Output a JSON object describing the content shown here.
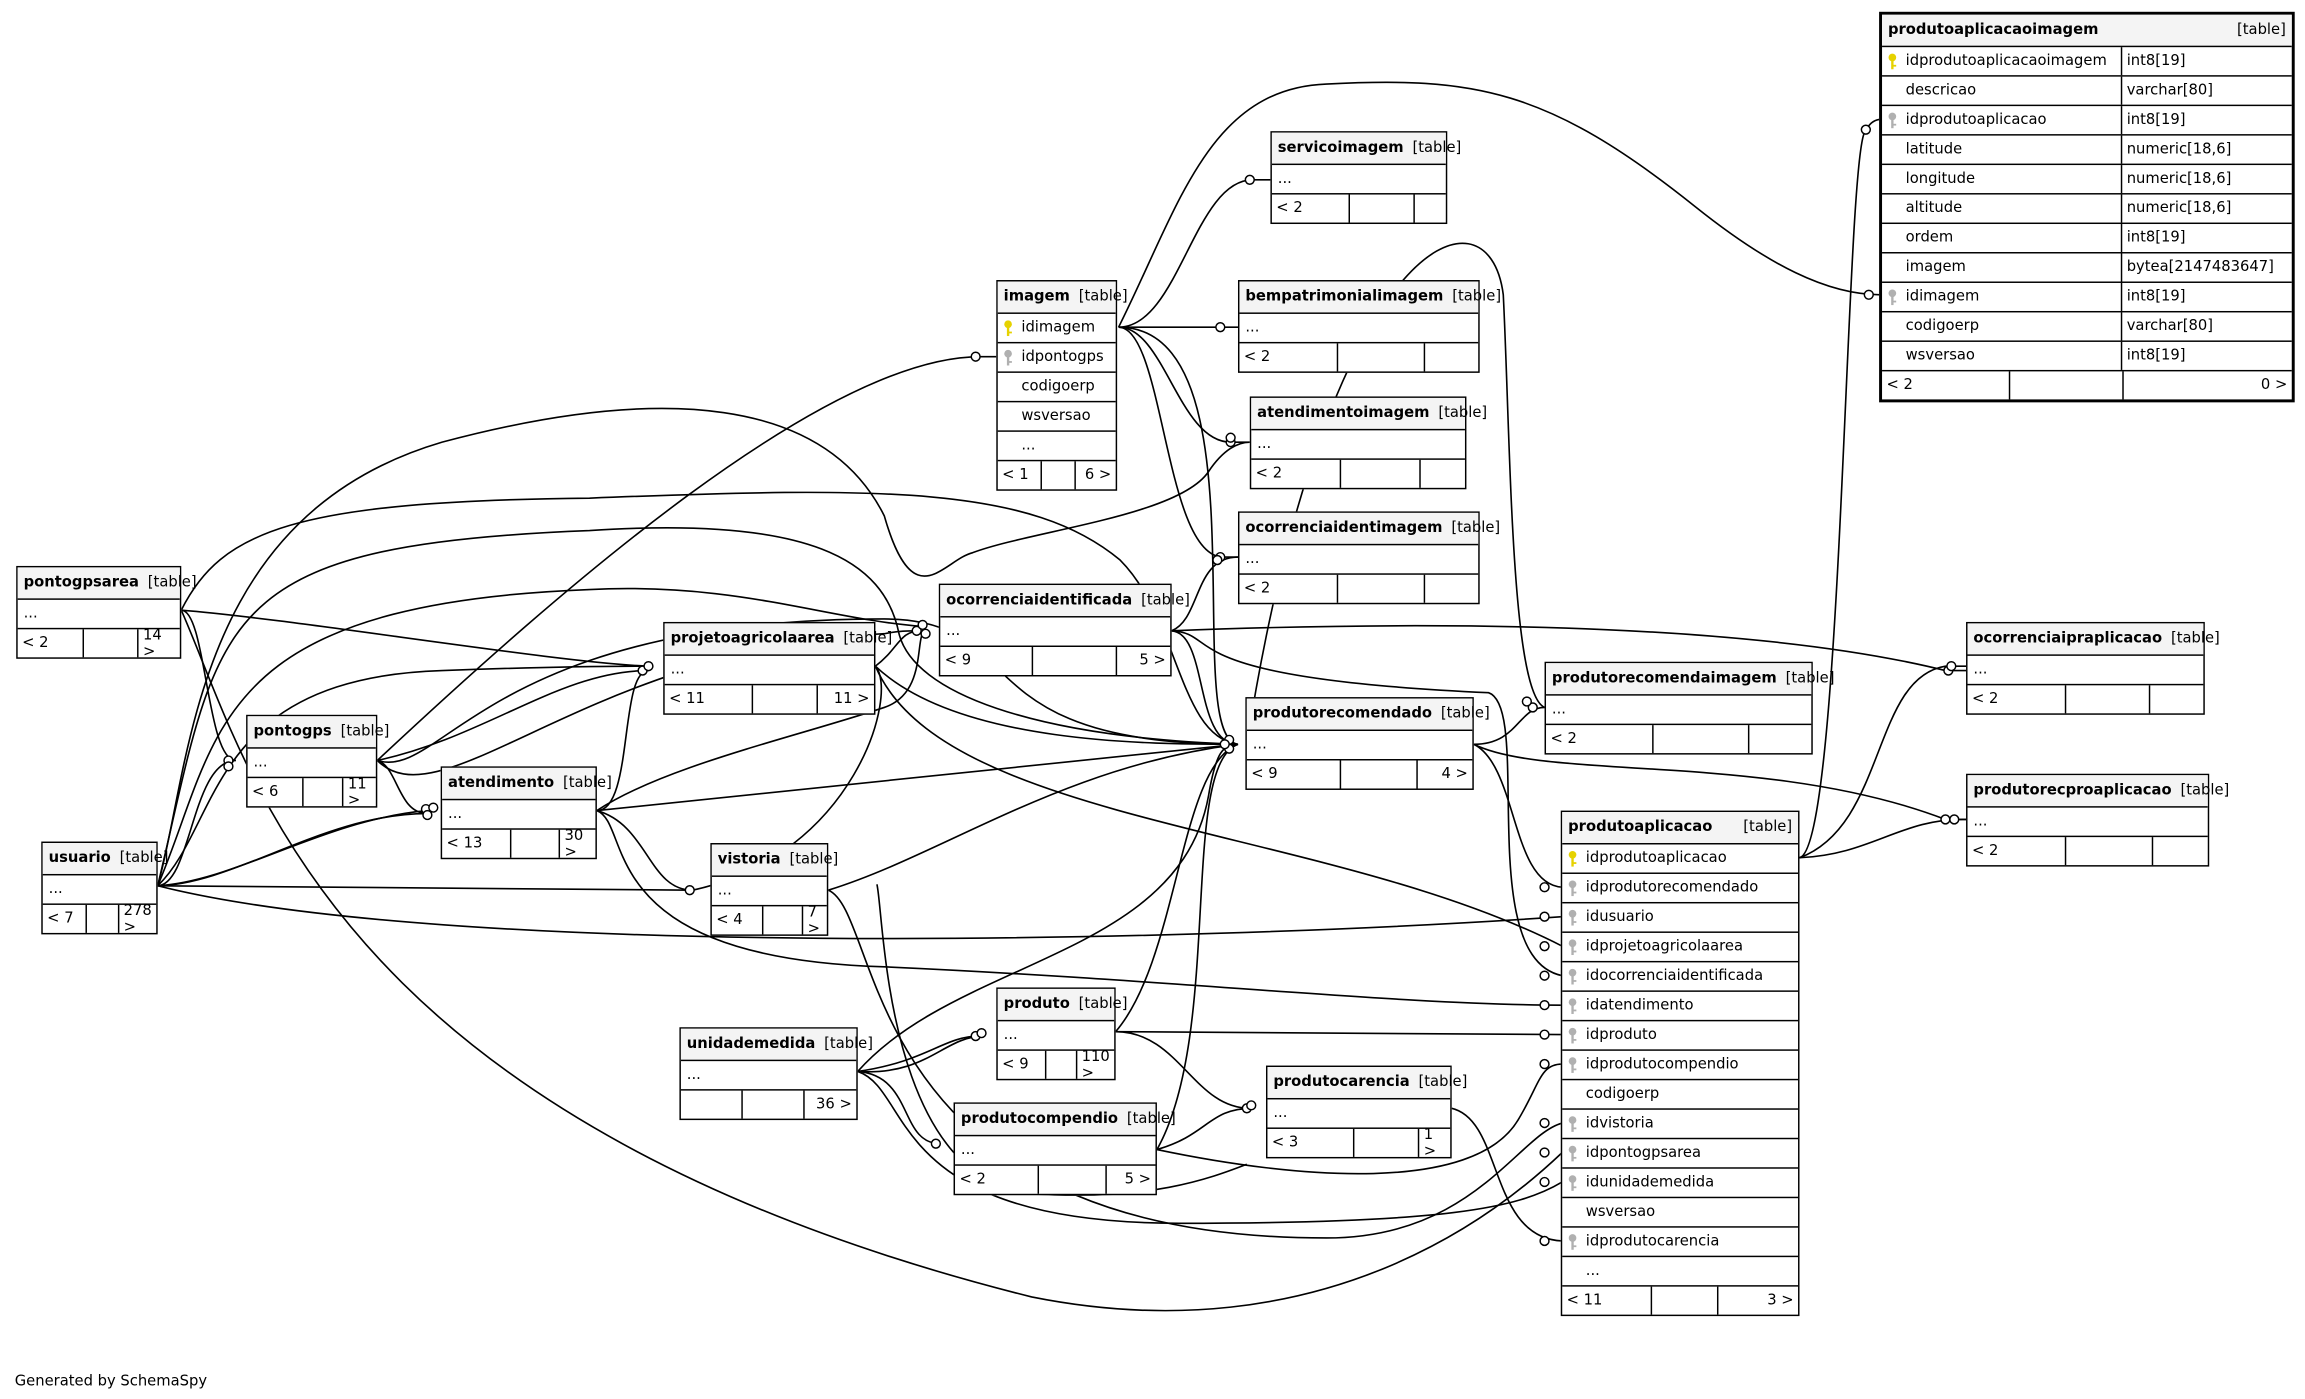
{
  "footer": "Generated by SchemaSpy",
  "type_label": "[table]",
  "tables": {
    "produtoaplicacaoimagem": {
      "name": "produtoaplicacaoimagem",
      "columns": [
        {
          "name": "idprodutoaplicacaoimagem",
          "type": "int8[19]",
          "key": "pk"
        },
        {
          "name": "descricao",
          "type": "varchar[80]",
          "key": ""
        },
        {
          "name": "idprodutoaplicacao",
          "type": "int8[19]",
          "key": "fk"
        },
        {
          "name": "latitude",
          "type": "numeric[18,6]",
          "key": ""
        },
        {
          "name": "longitude",
          "type": "numeric[18,6]",
          "key": ""
        },
        {
          "name": "altitude",
          "type": "numeric[18,6]",
          "key": ""
        },
        {
          "name": "ordem",
          "type": "int8[19]",
          "key": ""
        },
        {
          "name": "imagem",
          "type": "bytea[2147483647]",
          "key": ""
        },
        {
          "name": "idimagem",
          "type": "int8[19]",
          "key": "fk"
        },
        {
          "name": "codigoerp",
          "type": "varchar[80]",
          "key": ""
        },
        {
          "name": "wsversao",
          "type": "int8[19]",
          "key": ""
        }
      ],
      "footer": [
        "< 2",
        "",
        "0 >"
      ]
    },
    "servicoimagem": {
      "name": "servicoimagem",
      "rows": [
        "..."
      ],
      "footer": [
        "< 2",
        "",
        ""
      ]
    },
    "bempatrimonialimagem": {
      "name": "bempatrimonialimagem",
      "rows": [
        "..."
      ],
      "footer": [
        "< 2",
        "",
        ""
      ]
    },
    "imagem": {
      "name": "imagem",
      "columns": [
        {
          "name": "idimagem",
          "key": "pk"
        },
        {
          "name": "idpontogps",
          "key": "fk"
        },
        {
          "name": "codigoerp",
          "key": ""
        },
        {
          "name": "wsversao",
          "key": ""
        },
        {
          "name": "...",
          "key": ""
        }
      ],
      "footer": [
        "< 1",
        "",
        "6 >"
      ]
    },
    "atendimentoimagem": {
      "name": "atendimentoimagem",
      "rows": [
        "..."
      ],
      "footer": [
        "< 2",
        "",
        ""
      ]
    },
    "ocorrenciaidentimagem": {
      "name": "ocorrenciaidentimagem",
      "rows": [
        "..."
      ],
      "footer": [
        "< 2",
        "",
        ""
      ]
    },
    "pontogpsarea": {
      "name": "pontogpsarea",
      "rows": [
        "..."
      ],
      "footer": [
        "< 2",
        "",
        "14 >"
      ]
    },
    "ocorrenciaidentificada": {
      "name": "ocorrenciaidentificada",
      "rows": [
        "..."
      ],
      "footer": [
        "< 9",
        "",
        "5 >"
      ]
    },
    "projetoagricolaarea": {
      "name": "projetoagricolaarea",
      "rows": [
        "..."
      ],
      "footer": [
        "< 11",
        "",
        "11 >"
      ]
    },
    "produtorecomendaimagem": {
      "name": "produtorecomendaimagem",
      "rows": [
        "..."
      ],
      "footer": [
        "< 2",
        "",
        ""
      ]
    },
    "ocorrenciaipraplicacao": {
      "name": "ocorrenciaipraplicacao",
      "rows": [
        "..."
      ],
      "footer": [
        "< 2",
        "",
        ""
      ]
    },
    "pontogps": {
      "name": "pontogps",
      "rows": [
        "..."
      ],
      "footer": [
        "< 6",
        "",
        "11 >"
      ]
    },
    "produtorecomendado": {
      "name": "produtorecomendado",
      "rows": [
        "..."
      ],
      "footer": [
        "< 9",
        "",
        "4 >"
      ]
    },
    "atendimento": {
      "name": "atendimento",
      "rows": [
        "..."
      ],
      "footer": [
        "< 13",
        "",
        "30 >"
      ]
    },
    "produtorecproaplicacao": {
      "name": "produtorecproaplicacao",
      "rows": [
        "..."
      ],
      "footer": [
        "< 2",
        "",
        ""
      ]
    },
    "usuario": {
      "name": "usuario",
      "rows": [
        "..."
      ],
      "footer": [
        "< 7",
        "",
        "278 >"
      ]
    },
    "vistoria": {
      "name": "vistoria",
      "rows": [
        "..."
      ],
      "footer": [
        "< 4",
        "",
        "7 >"
      ]
    },
    "produtoaplicacao": {
      "name": "produtoaplicacao",
      "columns": [
        {
          "name": "idprodutoaplicacao",
          "key": "pk"
        },
        {
          "name": "idprodutorecomendado",
          "key": "fk"
        },
        {
          "name": "idusuario",
          "key": "fk"
        },
        {
          "name": "idprojetoagricolaarea",
          "key": "fk"
        },
        {
          "name": "idocorrenciaidentificada",
          "key": "fk"
        },
        {
          "name": "idatendimento",
          "key": "fk"
        },
        {
          "name": "idproduto",
          "key": "fk"
        },
        {
          "name": "idprodutocompendio",
          "key": "fk"
        },
        {
          "name": "codigoerp",
          "key": ""
        },
        {
          "name": "idvistoria",
          "key": "fk"
        },
        {
          "name": "idpontogpsarea",
          "key": "fk"
        },
        {
          "name": "idunidademedida",
          "key": "fk"
        },
        {
          "name": "wsversao",
          "key": ""
        },
        {
          "name": "idprodutocarencia",
          "key": "fk"
        },
        {
          "name": "...",
          "key": ""
        }
      ],
      "footer": [
        "< 11",
        "",
        "3 >"
      ]
    },
    "unidademedida": {
      "name": "unidademedida",
      "rows": [
        "..."
      ],
      "footer": [
        "",
        "",
        "36 >"
      ]
    },
    "produto": {
      "name": "produto",
      "rows": [
        "..."
      ],
      "footer": [
        "< 9",
        "",
        "110 >"
      ]
    },
    "produtocarencia": {
      "name": "produtocarencia",
      "rows": [
        "..."
      ],
      "footer": [
        "< 3",
        "",
        "1 >"
      ]
    },
    "produtocompendio": {
      "name": "produtocompendio",
      "rows": [
        "..."
      ],
      "footer": [
        "< 2",
        "",
        "5 >"
      ]
    }
  }
}
